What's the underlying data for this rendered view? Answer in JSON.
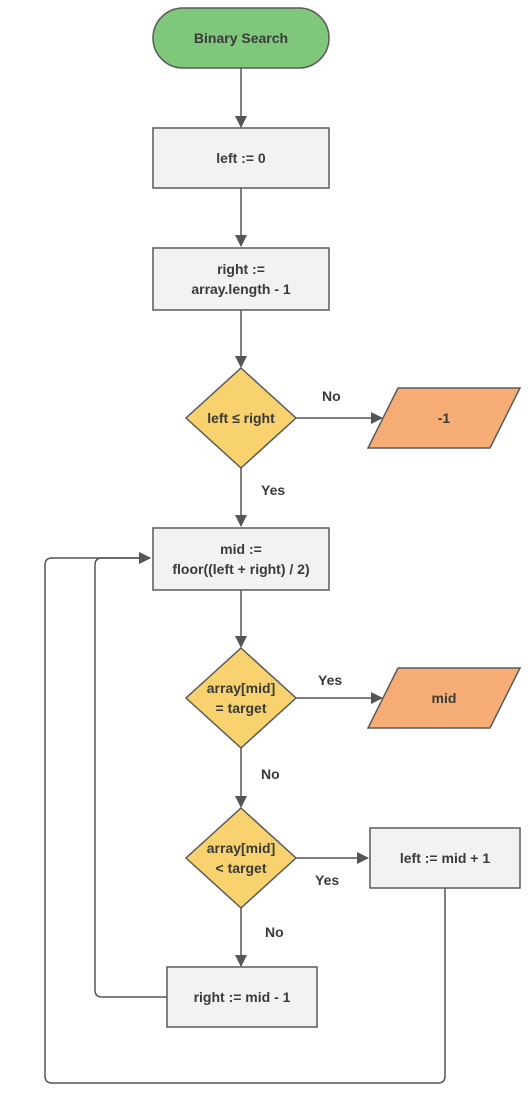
{
  "nodes": {
    "start": "Binary Search",
    "init_left": "left := 0",
    "init_right": "right :=\narray.length - 1",
    "cond_loop": "left ≤ right",
    "out_not_found": "-1",
    "calc_mid": "mid :=\nfloor((left + right) / 2)",
    "cond_equal": "array[mid]\n= target",
    "out_found": "mid",
    "cond_less": "array[mid]\n< target",
    "update_left": "left := mid + 1",
    "update_right": "right := mid - 1"
  },
  "edges": {
    "loop_no": "No",
    "loop_yes": "Yes",
    "equal_yes": "Yes",
    "equal_no": "No",
    "less_yes": "Yes",
    "less_no": "No"
  },
  "colors": {
    "terminal_fill": "#7ec77b",
    "process_fill": "#f2f2f2",
    "decision_fill": "#f7d26e",
    "output_fill": "#f5ad75",
    "stroke": "#5a5a5a"
  }
}
